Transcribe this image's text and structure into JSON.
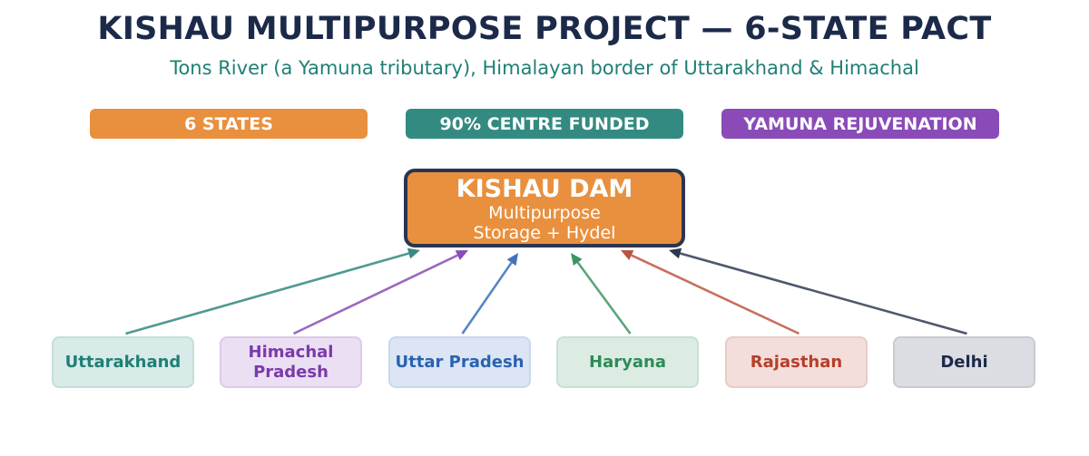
{
  "title": "KISHAU MULTIPURPOSE PROJECT — 6-STATE PACT",
  "subtitle": "Tons River (a Yamuna tributary), Himalayan border of Uttarakhand & Himachal",
  "badges": [
    {
      "label": "6 STATES",
      "color": "#e8903e"
    },
    {
      "label": "90% CENTRE FUNDED",
      "color": "#338a80"
    },
    {
      "label": "YAMUNA REJUVENATION",
      "color": "#8a4bb8"
    }
  ],
  "dam": {
    "title": "KISHAU DAM",
    "line1": "Multipurpose",
    "line2": "Storage + Hydel",
    "fill": "#e8903e",
    "border": "#2b3550"
  },
  "states": [
    {
      "label": "Uttarakhand",
      "text": "#1f7f76",
      "bg": "#d8ebe8",
      "border": "#c2dfdb",
      "arrow": "#4f9a93",
      "head": "#3a8a82"
    },
    {
      "label": "Himachal Pradesh",
      "text": "#7b3aaa",
      "bg": "#ebdff3",
      "border": "#dccbe9",
      "arrow": "#9b68c0",
      "head": "#8a4bb8"
    },
    {
      "label": "Uttar Pradesh",
      "text": "#2a62b0",
      "bg": "#dbe5f4",
      "border": "#c8d8ee",
      "arrow": "#5586c4",
      "head": "#3f74bd"
    },
    {
      "label": "Haryana",
      "text": "#2e8b57",
      "bg": "#dcece3",
      "border": "#c6e1d2",
      "arrow": "#5aa57a",
      "head": "#3f9465"
    },
    {
      "label": "Rajasthan",
      "text": "#b5402b",
      "bg": "#f3dedb",
      "border": "#ebcbc6",
      "arrow": "#c76f5c",
      "head": "#bb5340"
    },
    {
      "label": "Delhi",
      "text": "#1c2a4a",
      "bg": "#dcdde2",
      "border": "#c9cbd2",
      "arrow": "#4f586e",
      "head": "#2e374e"
    }
  ]
}
